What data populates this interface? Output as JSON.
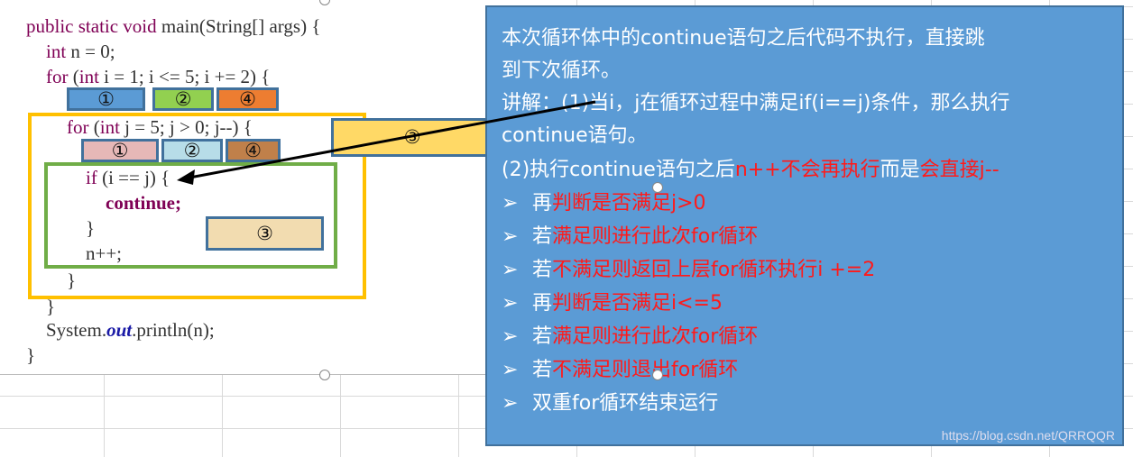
{
  "code": {
    "l1a": "public static void ",
    "l1b": "main(String[] args) {",
    "l2a": "int ",
    "l2b": "n = 0;",
    "l3a": "for ",
    "l3b": "(",
    "l3c": "int ",
    "l3d": "i = 1; i <= 5; i += 2) {",
    "l4a": "for ",
    "l4b": "(",
    "l4c": "int ",
    "l4d": "j = 5; j > 0; j--) {",
    "l5a": "if ",
    "l5b": "(i == j) {",
    "l6": "continue;",
    "l7": "}",
    "l8": "n++;",
    "l9": "}",
    "l10": "}",
    "l11a": "System.",
    "l11b": "out",
    "l11c": ".println(n);",
    "l12": "}"
  },
  "tags": {
    "outer": [
      "①",
      "②",
      "④"
    ],
    "inner": [
      "①",
      "②",
      "④"
    ],
    "body": "③",
    "callout": "③"
  },
  "colors": {
    "outer": [
      "#5b9bd5",
      "#92d050",
      "#ed7d31"
    ],
    "inner": [
      "#e6b8b7",
      "#b7dde8",
      "#c0804a"
    ],
    "body": "#f2dcb0",
    "callout": "#ffd966",
    "yellow_frame": "#ffc000",
    "green_frame": "#70ad47",
    "panel": "#5b9bd5",
    "red": "#ff1a1a"
  },
  "panel": {
    "lines": [
      [
        {
          "t": "本次循环体中的continue语句之后代码不执行，直接跳",
          "r": false
        }
      ],
      [
        {
          "t": "到下次循环。",
          "r": false
        }
      ],
      [
        {
          "t": "讲解：(1)当i，j在循环过程中满足if(i==j)条件，那么执行",
          "r": false
        }
      ],
      [
        {
          "t": "continue语句。",
          "r": false
        }
      ],
      [
        {
          "t": "(2)执行continue语句之后",
          "r": false
        },
        {
          "t": "n++不会再执行",
          "r": true
        },
        {
          "t": "而是",
          "r": false
        },
        {
          "t": "会直接j--",
          "r": true
        }
      ]
    ],
    "bullets": [
      [
        {
          "t": "再",
          "r": false
        },
        {
          "t": "判断是否满足j>0",
          "r": true
        }
      ],
      [
        {
          "t": "若",
          "r": false
        },
        {
          "t": "满足则进行此次for循环",
          "r": true
        }
      ],
      [
        {
          "t": "若",
          "r": false
        },
        {
          "t": "不满足则返回上层for循环执行i +=2",
          "r": true
        }
      ],
      [
        {
          "t": "再",
          "r": false
        },
        {
          "t": "判断是否满足i<=5",
          "r": true
        }
      ],
      [
        {
          "t": "若",
          "r": false
        },
        {
          "t": "满足则进行此次for循环",
          "r": true
        }
      ],
      [
        {
          "t": "若",
          "r": false
        },
        {
          "t": "不满足则退出for循环",
          "r": true
        }
      ],
      [
        {
          "t": "双重for循环结束运行",
          "r": false
        }
      ]
    ],
    "bullet_icon": "arrow-bullet-icon",
    "watermark": "https://blog.csdn.net/QRRQQR"
  }
}
